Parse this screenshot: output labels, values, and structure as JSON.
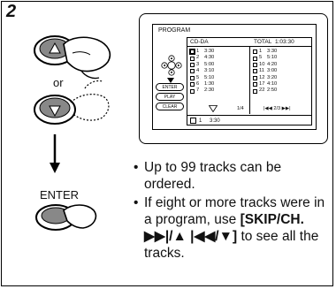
{
  "step": {
    "number": "2"
  },
  "remote": {
    "or_label": "or",
    "enter_label": "ENTER"
  },
  "screen": {
    "title": "PROGRAM",
    "source": "CD-DA",
    "total_label": "TOTAL",
    "total_time": "1:03:30",
    "left_column": [
      {
        "n": "1",
        "t": "3:30"
      },
      {
        "n": "2",
        "t": "4:30"
      },
      {
        "n": "3",
        "t": "5:00"
      },
      {
        "n": "4",
        "t": "3:10"
      },
      {
        "n": "5",
        "t": "5:10"
      },
      {
        "n": "6",
        "t": "1:30"
      },
      {
        "n": "7",
        "t": "2:30"
      }
    ],
    "right_column": [
      {
        "n": "1",
        "t": "3:30"
      },
      {
        "n": "5",
        "t": "5:10"
      },
      {
        "n": "10",
        "t": "4:20"
      },
      {
        "n": "11",
        "t": "3:00"
      },
      {
        "n": "12",
        "t": "3:20"
      },
      {
        "n": "17",
        "t": "4:10"
      },
      {
        "n": "22",
        "t": "2:50"
      }
    ],
    "left_page": "1/4",
    "right_page": "2/3",
    "bottom_track": "1",
    "bottom_time": "3:30",
    "buttons": {
      "enter": "ENTER",
      "play": "PLAY",
      "clear": "CLEAR"
    }
  },
  "bullets": {
    "b1": "Up to 99 tracks can be ordered.",
    "b2_text": "If eight or more tracks were in a program, use",
    "b2_button": "[SKIP/CH. ▶▶|/▲ |◀◀/▼]",
    "b2_tail": "to see all the tracks."
  }
}
